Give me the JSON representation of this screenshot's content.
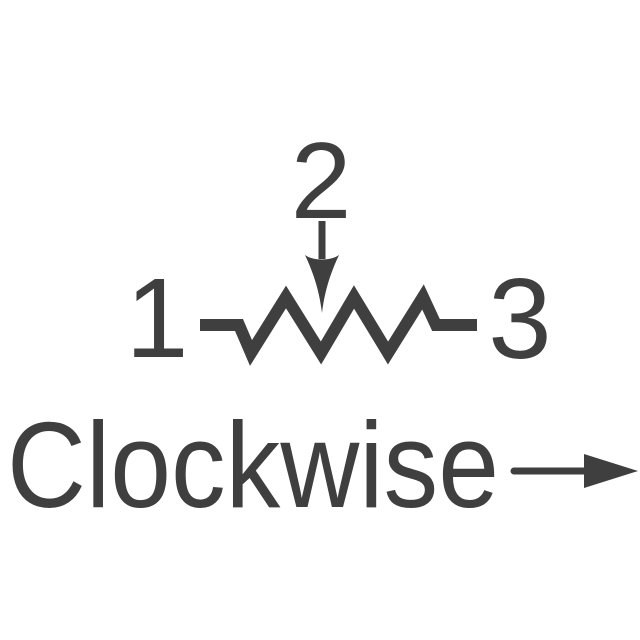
{
  "schematic": {
    "title": "potentiometer-terminal-diagram",
    "terminal_1_label": "1",
    "terminal_2_label": "2",
    "terminal_3_label": "3",
    "direction_label": "Clockwise"
  },
  "icons": {
    "wiper_arrow": "down-arrow-from-terminal-2",
    "clockwise_arrow": "right-arrow"
  },
  "colors": {
    "ink": "#3f3f3f",
    "background": "#ffffff"
  }
}
